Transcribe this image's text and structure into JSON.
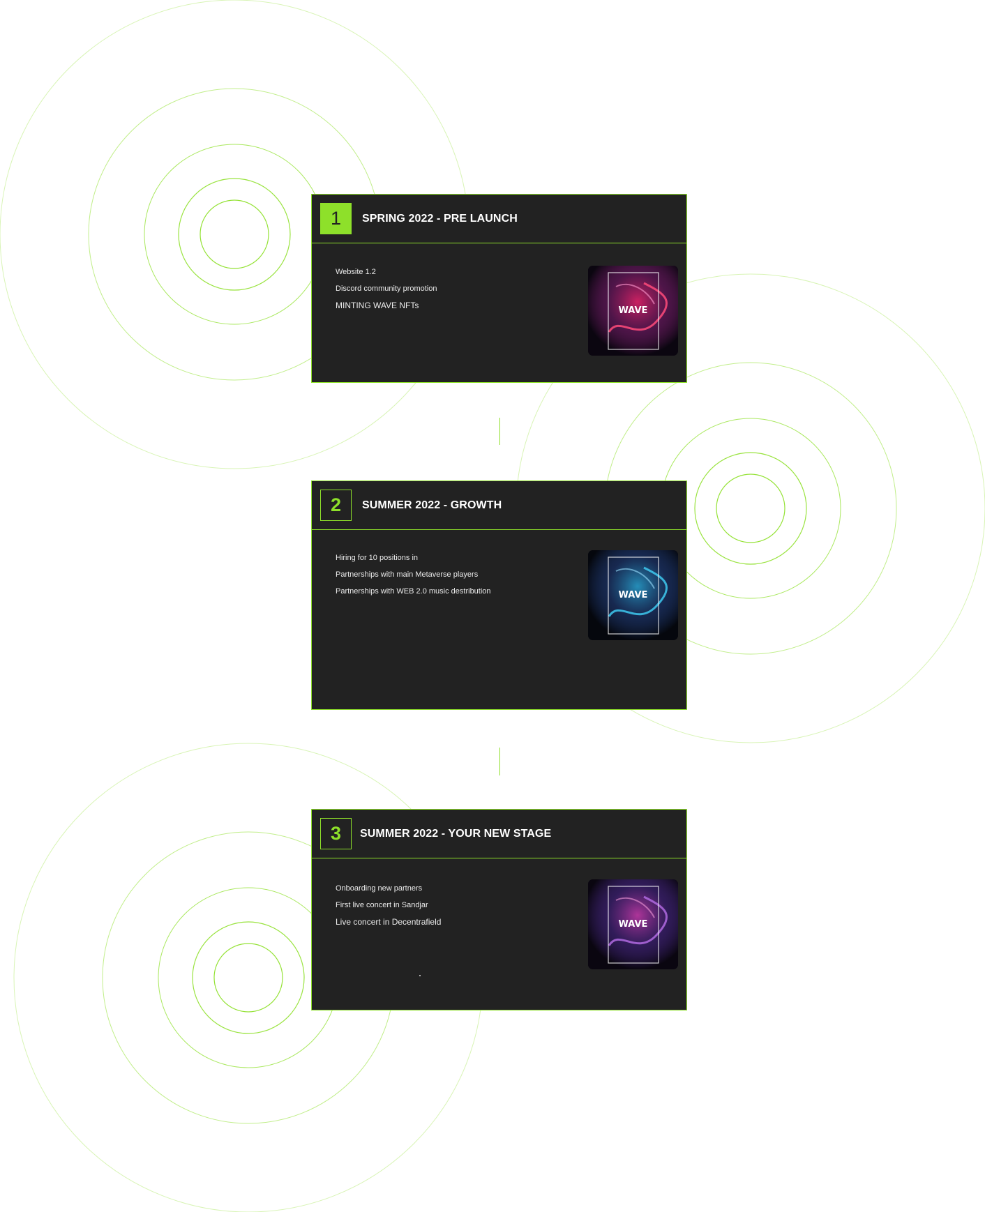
{
  "theme": {
    "accent": "#8ee02a",
    "card_background": "#222222",
    "page_background": "#ffffff",
    "text_color": "#ffffff"
  },
  "roadmap": {
    "phases": [
      {
        "number": "1",
        "title": "SPRING 2022 - PRE LAUNCH",
        "items": [
          "Website 1.2",
          "Discord community promotion",
          "MINTING WAVE NFTs"
        ],
        "art": {
          "label": "WAVE",
          "palette": "magenta",
          "primary": "#e0246a",
          "secondary": "#7a1f6e"
        }
      },
      {
        "number": "2",
        "title": "SUMMER 2022 - GROWTH",
        "items": [
          "Hiring for 10 positions in",
          "Partnerships with main Metaverse players",
          "Partnerships with WEB 2.0 music destribution"
        ],
        "art": {
          "label": "WAVE",
          "palette": "blue",
          "primary": "#2aa6d6",
          "secondary": "#1f3f7a"
        }
      },
      {
        "number": "3",
        "title": "SUMMER 2022 - YOUR NEW STAGE",
        "items": [
          "Onboarding new partners",
          "First live concert in Sandjar",
          "Live concert in Decentrafield"
        ],
        "art": {
          "label": "WAVE",
          "palette": "purple",
          "primary": "#c03aa8",
          "secondary": "#4a2a8a"
        }
      }
    ]
  }
}
